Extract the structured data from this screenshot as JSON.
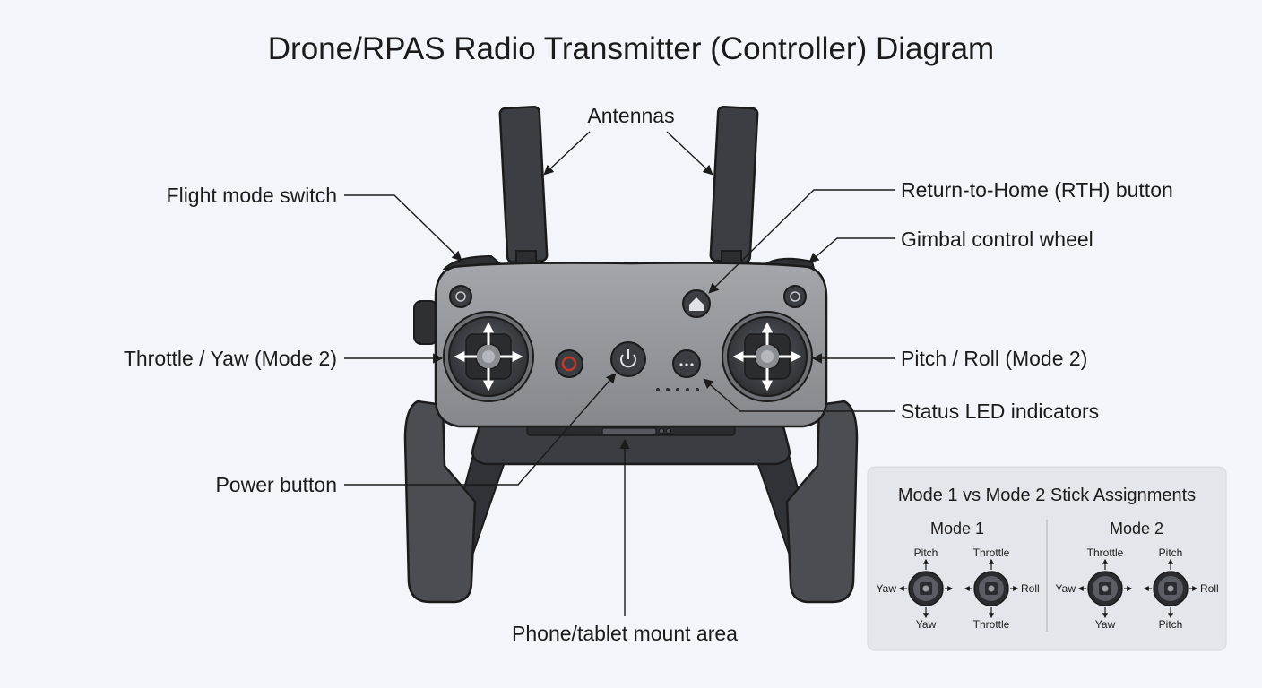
{
  "title": "Drone/RPAS Radio Transmitter (Controller) Diagram",
  "callouts": {
    "antennas": "Antennas",
    "flight_mode_switch": "Flight mode switch",
    "rth_button": "Return-to-Home (RTH) button",
    "gimbal_wheel": "Gimbal control wheel",
    "left_stick": "Throttle / Yaw (Mode 2)",
    "right_stick": "Pitch / Roll (Mode 2)",
    "status_leds": "Status LED indicators",
    "power_button": "Power button",
    "mount_area": "Phone/tablet mount area"
  },
  "panel": {
    "title": "Mode 1 vs Mode 2 Stick Assignments",
    "mode1": {
      "label": "Mode 1",
      "left": {
        "top": "Pitch",
        "bottom": "Yaw",
        "left": "Yaw",
        "right": ""
      },
      "right": {
        "top": "Throttle",
        "bottom": "Throttle",
        "left": "",
        "right": "Roll"
      }
    },
    "mode2": {
      "label": "Mode 2",
      "left": {
        "top": "Throttle",
        "bottom": "Yaw",
        "left": "Yaw",
        "right": ""
      },
      "right": {
        "top": "Pitch",
        "bottom": "Pitch",
        "left": "",
        "right": "Roll"
      }
    }
  },
  "colors": {
    "body": "#8f9296",
    "body_dark": "#3a3d41",
    "grip": "#4a4d52",
    "panel_bg": "#e3e6ea",
    "power_accent": "#c0392b"
  }
}
